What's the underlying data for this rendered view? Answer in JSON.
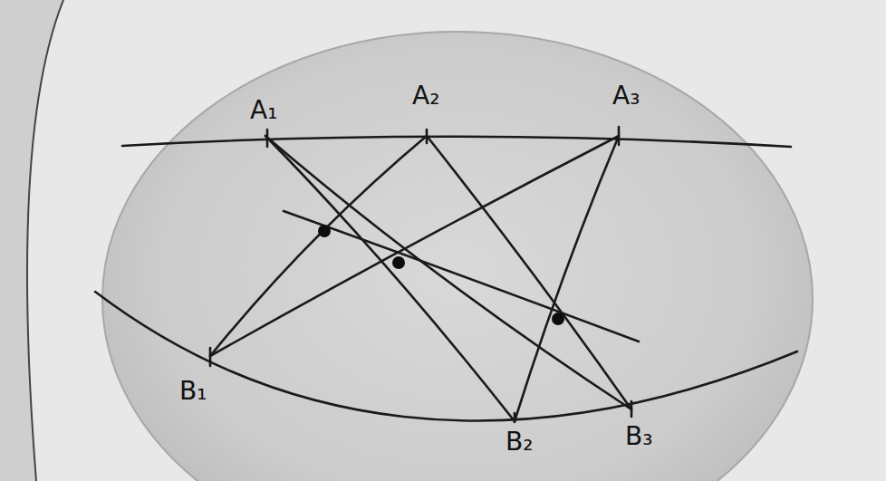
{
  "diagram": {
    "labels": [
      "A₁",
      "A₂",
      "A₃",
      "B₁",
      "B₂",
      "B₃"
    ]
  }
}
